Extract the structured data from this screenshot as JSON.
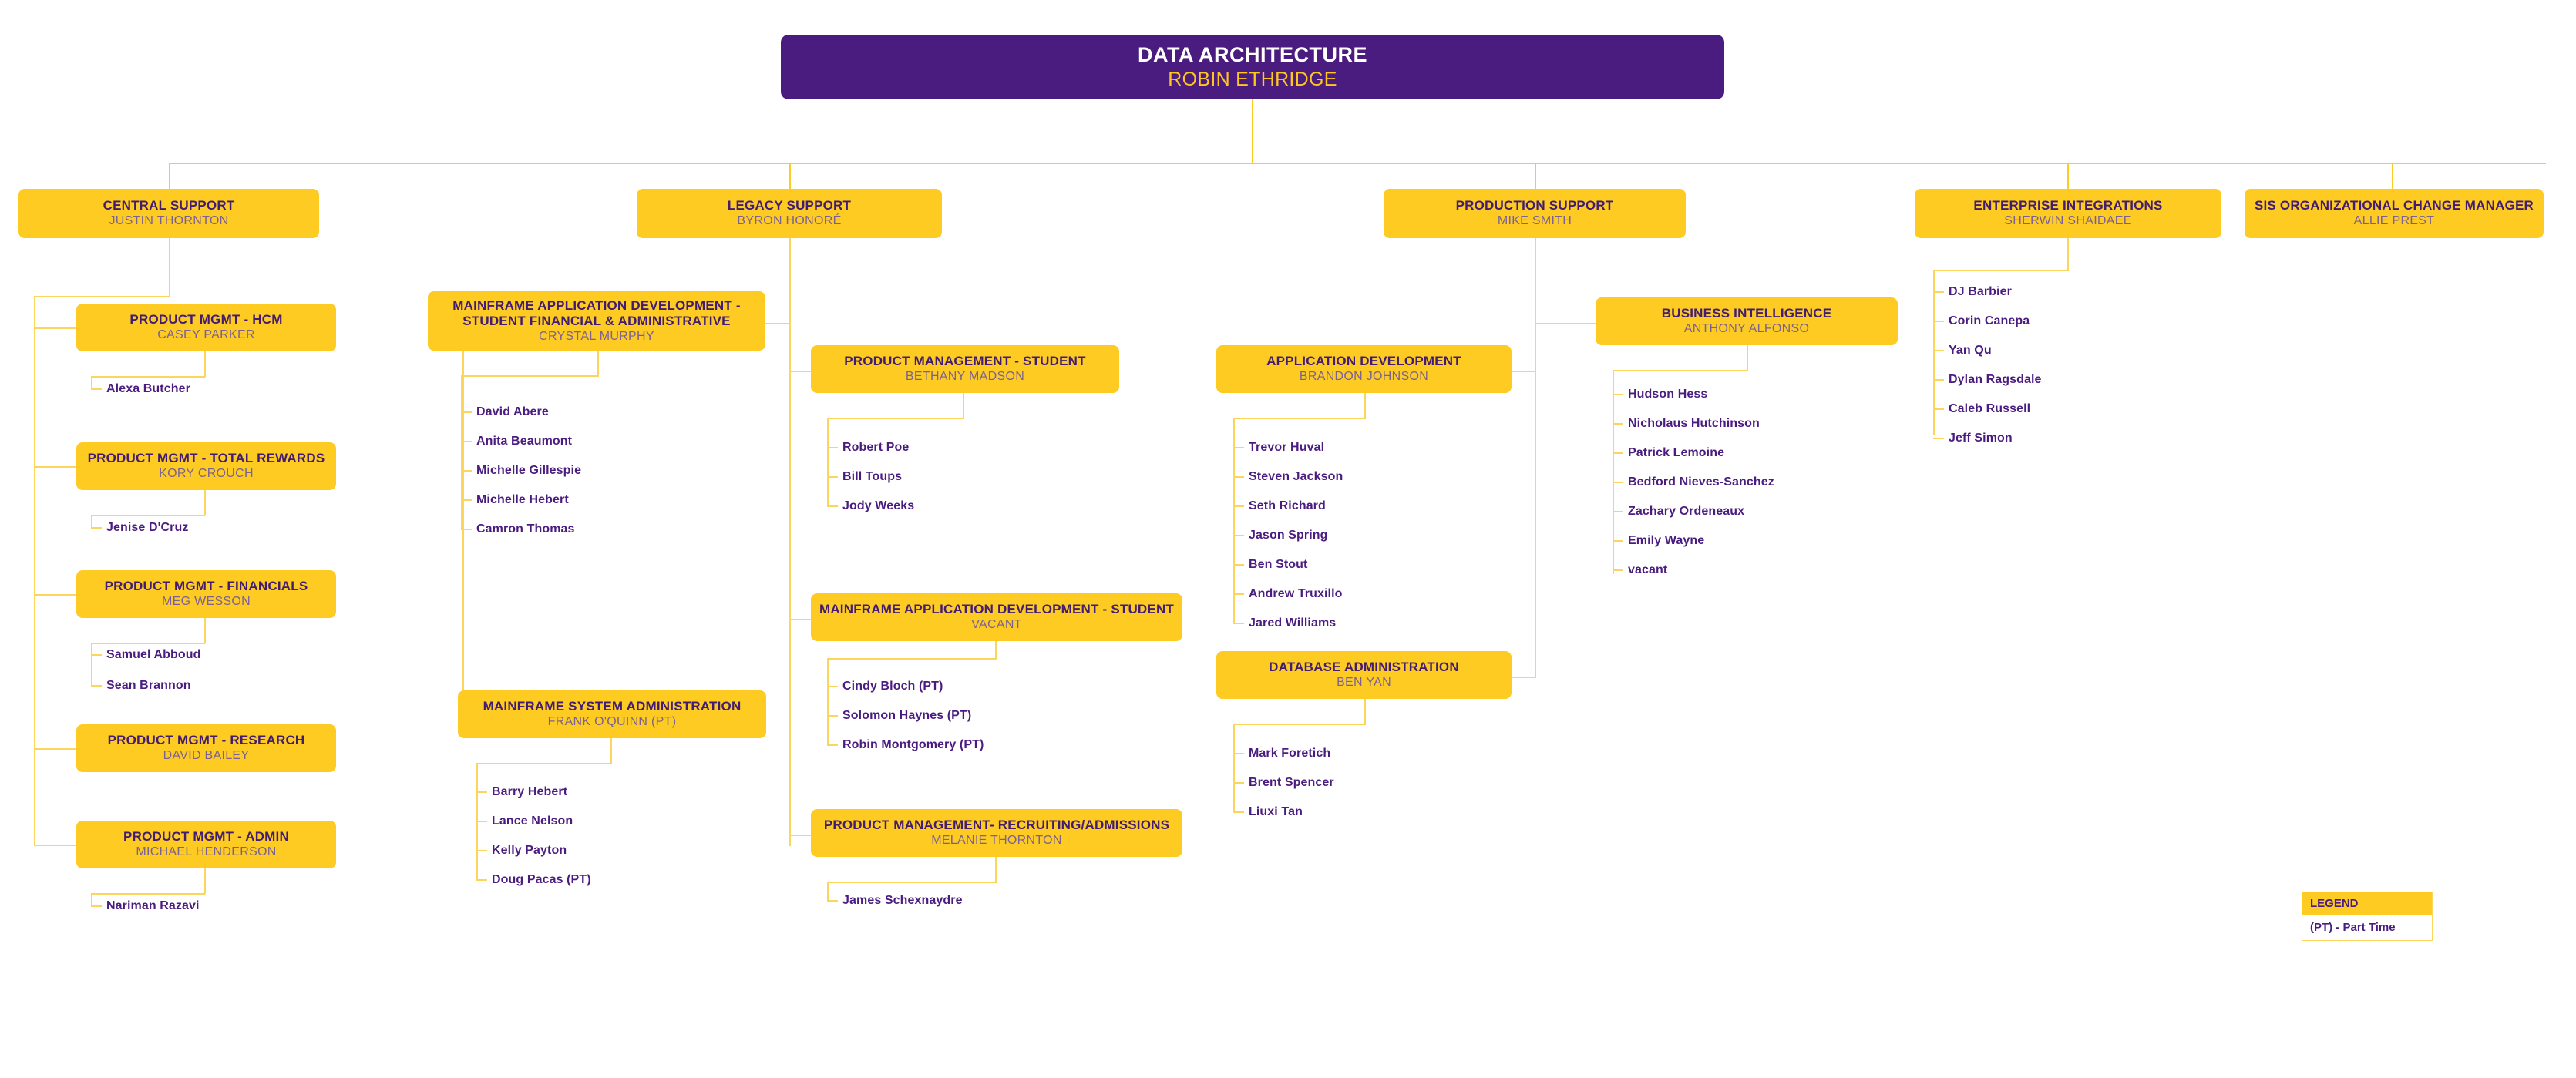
{
  "root": {
    "title": "DATA ARCHITECTURE",
    "person": "ROBIN ETHRIDGE"
  },
  "divisions": [
    {
      "title": "CENTRAL SUPPORT",
      "person": "JUSTIN THORNTON"
    },
    {
      "title": "LEGACY SUPPORT",
      "person": "BYRON HONORÉ"
    },
    {
      "title": "PRODUCTION SUPPORT",
      "person": "MIKE SMITH"
    },
    {
      "title": "ENTERPRISE INTEGRATIONS",
      "person": "SHERWIN SHAIDAEE"
    },
    {
      "title": "SIS ORGANIZATIONAL CHANGE MANAGER",
      "person": "ALLIE PREST"
    }
  ],
  "teams": {
    "pm_hcm": {
      "title": "PRODUCT MGMT - HCM",
      "person": "CASEY PARKER"
    },
    "pm_rewards": {
      "title": "PRODUCT MGMT - TOTAL REWARDS",
      "person": "KORY CROUCH"
    },
    "pm_financials": {
      "title": "PRODUCT MGMT - FINANCIALS",
      "person": "MEG WESSON"
    },
    "pm_research": {
      "title": "PRODUCT MGMT - RESEARCH",
      "person": "DAVID BAILEY"
    },
    "pm_admin": {
      "title": "PRODUCT MGMT - ADMIN",
      "person": "MICHAEL HENDERSON"
    },
    "mf_sfa": {
      "title": "MAINFRAME APPLICATION  DEVELOPMENT - STUDENT FINANCIAL & ADMINISTRATIVE",
      "person": "CRYSTAL MURPHY"
    },
    "mf_sysadmin": {
      "title": "MAINFRAME SYSTEM ADMINISTRATION",
      "person": "FRANK O'QUINN (PT)"
    },
    "pm_student": {
      "title": "PRODUCT MANAGEMENT - STUDENT",
      "person": "BETHANY MADSON"
    },
    "mf_student": {
      "title": "MAINFRAME APPLICATION DEVELOPMENT - STUDENT",
      "person": "VACANT"
    },
    "pm_recruiting": {
      "title": "PRODUCT MANAGEMENT- RECRUITING/ADMISSIONS",
      "person": "MELANIE THORNTON"
    },
    "app_dev": {
      "title": "APPLICATION DEVELOPMENT",
      "person": "BRANDON JOHNSON"
    },
    "db_admin": {
      "title": "DATABASE ADMINISTRATION",
      "person": "BEN YAN"
    },
    "bus_intel": {
      "title": "BUSINESS INTELLIGENCE",
      "person": "ANTHONY ALFONSO"
    }
  },
  "staff": {
    "pm_hcm": [
      "Alexa Butcher"
    ],
    "pm_rewards": [
      "Jenise D'Cruz"
    ],
    "pm_financials": [
      "Samuel Abboud",
      "Sean Brannon"
    ],
    "pm_admin": [
      "Nariman Razavi"
    ],
    "mf_sfa": [
      "David Abere",
      "Anita Beaumont",
      "Michelle Gillespie",
      "Michelle Hebert",
      "Camron Thomas"
    ],
    "mf_sysadmin": [
      "Barry Hebert",
      "Lance Nelson",
      "Kelly Payton",
      "Doug Pacas (PT)"
    ],
    "pm_student": [
      "Robert Poe",
      "Bill Toups",
      "Jody Weeks"
    ],
    "mf_student": [
      "Cindy Bloch (PT)",
      "Solomon Haynes (PT)",
      "Robin Montgomery (PT)"
    ],
    "pm_recruiting": [
      "James Schexnaydre"
    ],
    "app_dev": [
      "Trevor Huval",
      "Steven Jackson",
      "Seth Richard",
      "Jason Spring",
      "Ben Stout",
      "Andrew Truxillo",
      "Jared Williams"
    ],
    "db_admin": [
      "Mark Foretich",
      "Brent Spencer",
      "Liuxi Tan"
    ],
    "bus_intel": [
      "Hudson Hess",
      "Nicholaus Hutchinson",
      "Patrick Lemoine",
      "Bedford Nieves-Sanchez",
      "Zachary Ordeneaux",
      "Emily Wayne",
      "vacant"
    ],
    "enterprise": [
      "DJ Barbier",
      "Corin Canepa",
      "Yan Qu",
      "Dylan Ragsdale",
      "Caleb Russell",
      "Jeff Simon"
    ]
  },
  "legend": {
    "header": "LEGEND",
    "entry": "(PT) - Part Time"
  },
  "colors": {
    "box": "#FDCB22",
    "root": "#4B1C80",
    "title_text": "#411C72",
    "person_text": "#7B6095",
    "accent_line": "#FBD55C",
    "root_person_text": "#FFC61E"
  }
}
